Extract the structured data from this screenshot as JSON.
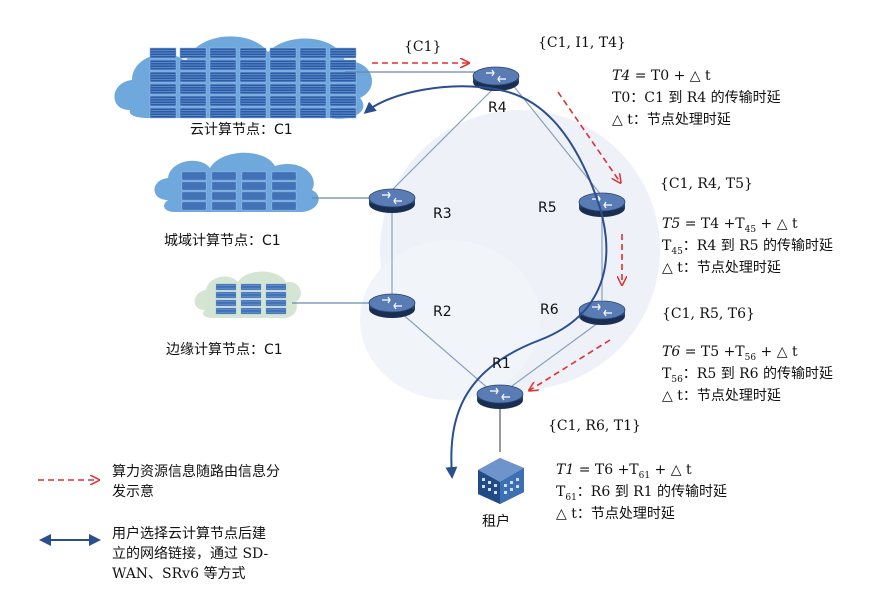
{
  "nodes": {
    "cloud_center": "云计算节点：C1",
    "cloud_metro": "城域计算节点：C1",
    "cloud_edge": "边缘计算节点：C1",
    "tenant": "租户",
    "routers": {
      "r1": "R1",
      "r2": "R2",
      "r3": "R3",
      "r4": "R4",
      "r5": "R5",
      "r6": "R6"
    }
  },
  "messages": {
    "c1": "{C1}",
    "r4": "{C1, I1, T4}",
    "r5": "{C1, R4, T5}",
    "r6": "{C1, R5, T6}",
    "r1": "{C1, R6, T1}"
  },
  "formulas": {
    "t4": {
      "var": "T4",
      "expr": " = T0 + △ t",
      "d1": "T0：C1 到 R4 的传输时延",
      "d2": "△ t：节点处理时延"
    },
    "t5": {
      "var": "T5",
      "expr_a": " = T4 +T",
      "sub_a": "45",
      "expr_b": " + △ t",
      "d1_pre": "T",
      "d1_sub": "45",
      "d1": "：R4 到 R5 的传输时延",
      "d2": "△ t：节点处理时延"
    },
    "t6": {
      "var": "T6",
      "expr_a": " = T5 +T",
      "sub_a": "56",
      "expr_b": " + △ t",
      "d1_pre": "T",
      "d1_sub": "56",
      "d1": "：R5 到 R6 的传输时延",
      "d2": "△ t：节点处理时延"
    },
    "t1": {
      "var": "T1",
      "expr_a": " = T6 +T",
      "sub_a": "61",
      "expr_b": " + △ t",
      "d1_pre": "T",
      "d1_sub": "61",
      "d1": "：R6 到 R1 的传输时延",
      "d2": "△ t：节点处理时延"
    }
  },
  "legend": {
    "red_line_1": "算力资源信息随路由信息分",
    "red_line_2": "发示意",
    "blue_line_1": "用户选择云计算节点后建",
    "blue_line_2": "立的网络链接，通过 SD-",
    "blue_line_3": "WAN、SRv6 等方式"
  },
  "colors": {
    "red_arrow": "#e03030",
    "blue_arrow": "#2b4f8e",
    "cloud": "#6fa8dc",
    "edge_cloud": "#cfe3d0",
    "server": "#2a5ca8",
    "router": "#2e4a7a",
    "link": "#8aa0bc"
  }
}
